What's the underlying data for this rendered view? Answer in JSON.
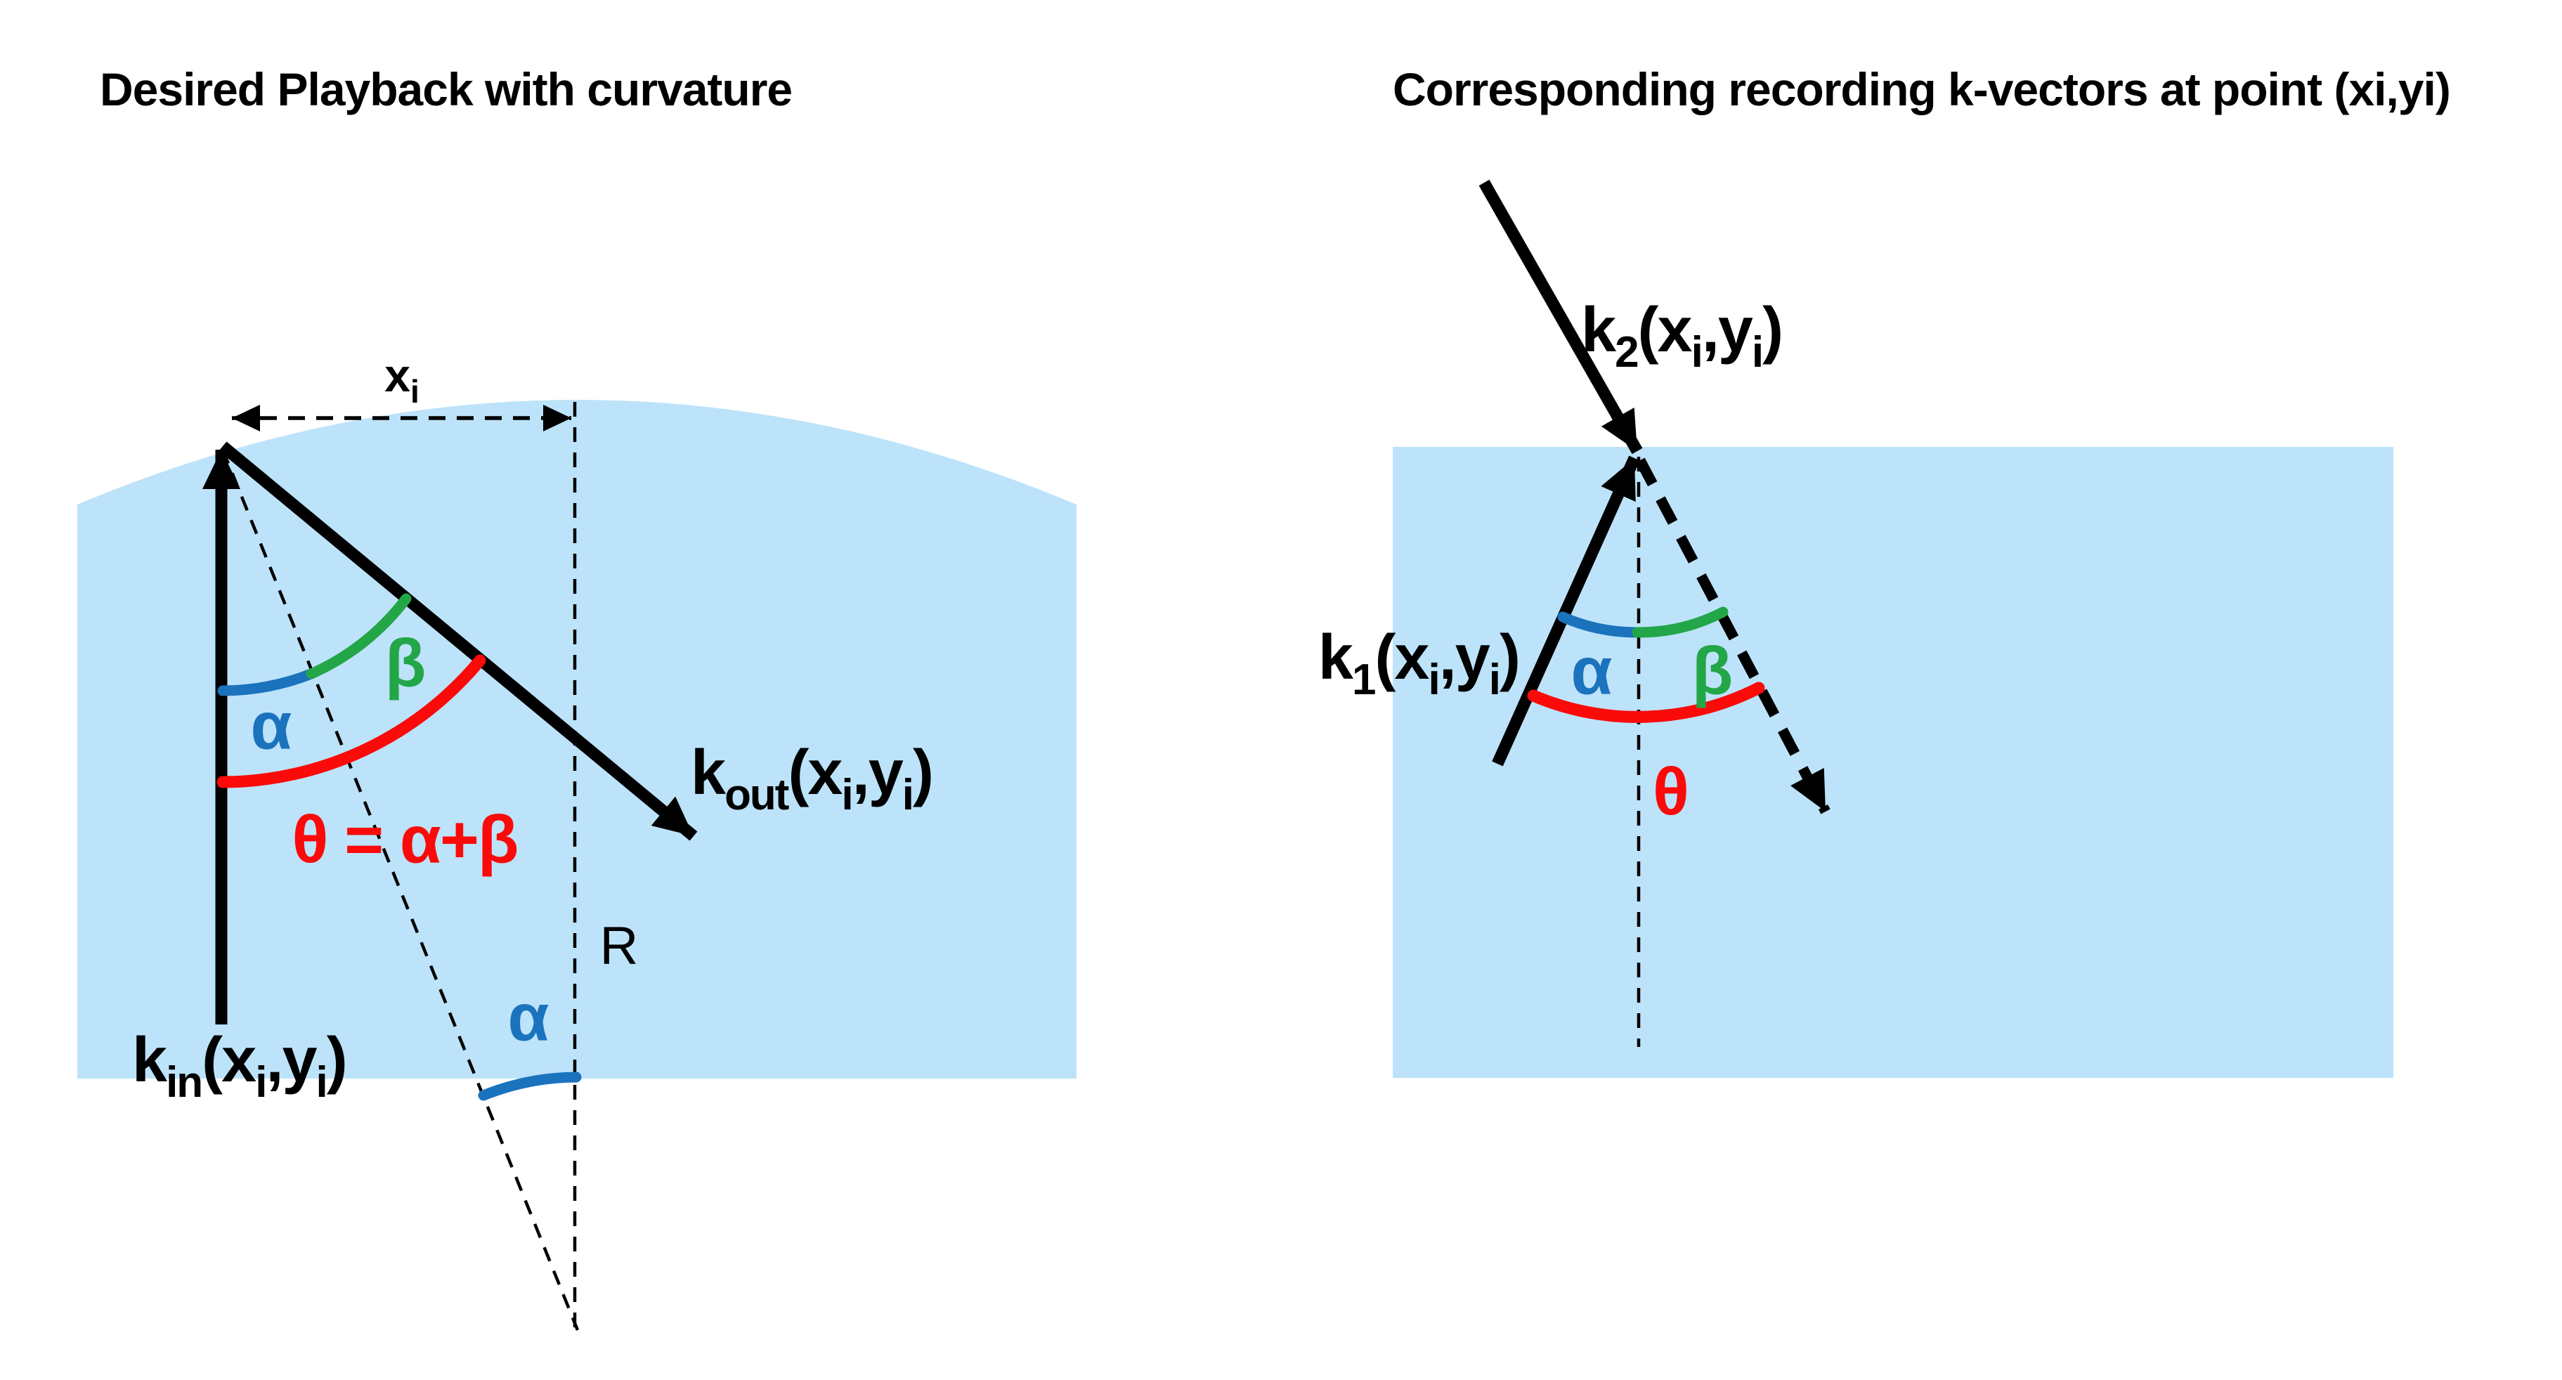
{
  "left": {
    "title": "Desired Playback with curvature",
    "xi_label": {
      "parts": [
        {
          "t": "x"
        },
        {
          "t": "i",
          "sub": true
        }
      ]
    },
    "kin_label": {
      "parts": [
        {
          "t": "k"
        },
        {
          "t": "in",
          "sub": true
        },
        {
          "t": "(x"
        },
        {
          "t": "i",
          "sub": true
        },
        {
          "t": ",y"
        },
        {
          "t": "i",
          "sub": true
        },
        {
          "t": ")"
        }
      ]
    },
    "kout_label": {
      "parts": [
        {
          "t": "k"
        },
        {
          "t": "out",
          "sub": true
        },
        {
          "t": "(x"
        },
        {
          "t": "i",
          "sub": true
        },
        {
          "t": ",y"
        },
        {
          "t": "i",
          "sub": true
        },
        {
          "t": ")"
        }
      ]
    },
    "alpha_upper": "α",
    "beta_upper": "β",
    "theta_equation": "θ = α+β",
    "radius_label": "R",
    "alpha_lower": "α"
  },
  "right": {
    "title": "Corresponding recording k-vectors at point (xi,yi)",
    "k2_label": {
      "parts": [
        {
          "t": "k"
        },
        {
          "t": "2",
          "sub": true
        },
        {
          "t": "(x"
        },
        {
          "t": "i",
          "sub": true
        },
        {
          "t": ",y"
        },
        {
          "t": "i",
          "sub": true
        },
        {
          "t": ")"
        }
      ]
    },
    "k1_label": {
      "parts": [
        {
          "t": "k"
        },
        {
          "t": "1",
          "sub": true
        },
        {
          "t": "(x"
        },
        {
          "t": "i",
          "sub": true
        },
        {
          "t": ",y"
        },
        {
          "t": "i",
          "sub": true
        },
        {
          "t": ")"
        }
      ]
    },
    "alpha": "α",
    "beta": "β",
    "theta": "θ"
  },
  "colors": {
    "region_fill": "#BDE3FA",
    "angle_alpha": "#1B73BE",
    "angle_beta": "#23A648",
    "angle_theta": "#FB0A0A",
    "ink": "#000000"
  }
}
